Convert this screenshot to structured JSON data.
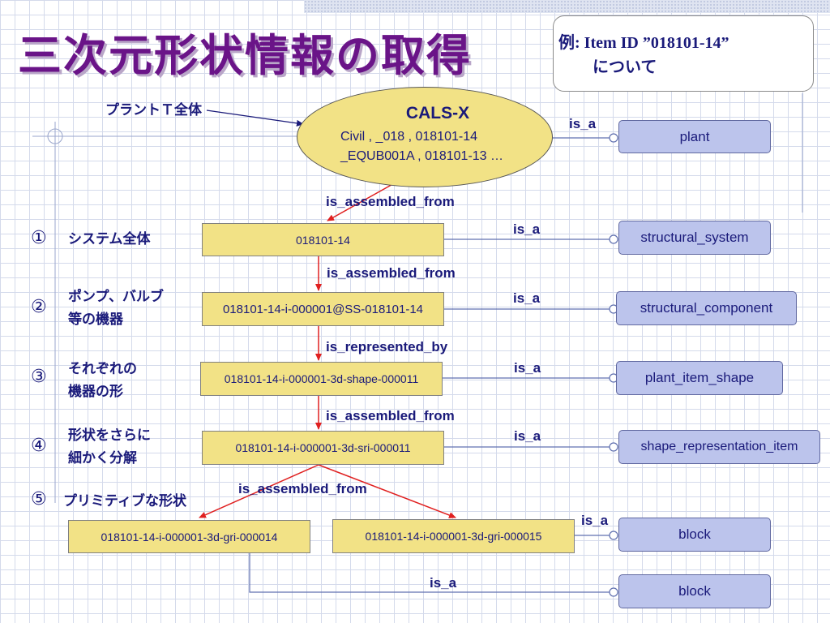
{
  "title": "三次元形状情報の取得",
  "callout": {
    "line1": "例: Item ID ”018101-14”",
    "line2": "について"
  },
  "plant_label": "プラントＴ全体",
  "cals": {
    "title": "CALS-X",
    "line1": "Civil , _018 , 018101-14",
    "line2": "_EQUB001A , 018101-13 …"
  },
  "levels": [
    {
      "num": "①",
      "label": [
        "システム全体"
      ]
    },
    {
      "num": "②",
      "label": [
        "ポンプ、バルブ",
        "等の機器"
      ]
    },
    {
      "num": "③",
      "label": [
        "それぞれの",
        "機器の形"
      ]
    },
    {
      "num": "④",
      "label": [
        "形状をさらに",
        "細かく分解"
      ]
    },
    {
      "num": "⑤",
      "label": [
        "プリミティブな形状"
      ]
    }
  ],
  "nodes": {
    "n1": "018101-14",
    "n2": "018101-14-i-000001@SS-018101-14",
    "n3": "018101-14-i-000001-3d-shape-000011",
    "n4": "018101-14-i-000001-3d-sri-000011",
    "n5a": "018101-14-i-000001-3d-gri-000014",
    "n5b": "018101-14-i-000001-3d-gri-000015"
  },
  "classes": {
    "c0": "plant",
    "c1": "structural_system",
    "c2": "structural_component",
    "c3": "plant_item_shape",
    "c4": "shape_representation_item",
    "c5a": "block",
    "c5b": "block"
  },
  "relations": {
    "r1": "is_assembled_from",
    "r2": "is_assembled_from",
    "r3": "is_represented_by",
    "r4": "is_assembled_from",
    "r5": "is_assembled_from",
    "isa": "is_a"
  },
  "colors": {
    "title": "#6a1488",
    "node_fill": "#f2e286",
    "class_fill": "#bcc4ec",
    "arrow": "#e02020",
    "text": "#1a1a7a"
  }
}
